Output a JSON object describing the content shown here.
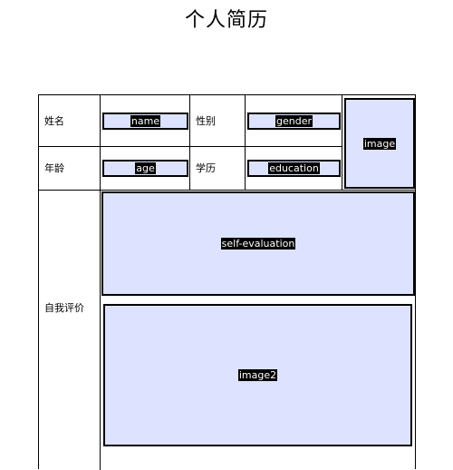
{
  "title": "个人简历",
  "labels": {
    "name": "姓名",
    "gender": "性别",
    "age": "年龄",
    "education": "学历",
    "self_evaluation": "自我评价"
  },
  "fields": {
    "name": "name",
    "gender": "gender",
    "age": "age",
    "education": "education",
    "image": "image",
    "self_evaluation": "self-evaluation",
    "image2": "image2"
  },
  "colors": {
    "field_fill": "#dde3ff",
    "border": "#000000",
    "tag_background": "#000000",
    "tag_text": "#ffffff"
  }
}
